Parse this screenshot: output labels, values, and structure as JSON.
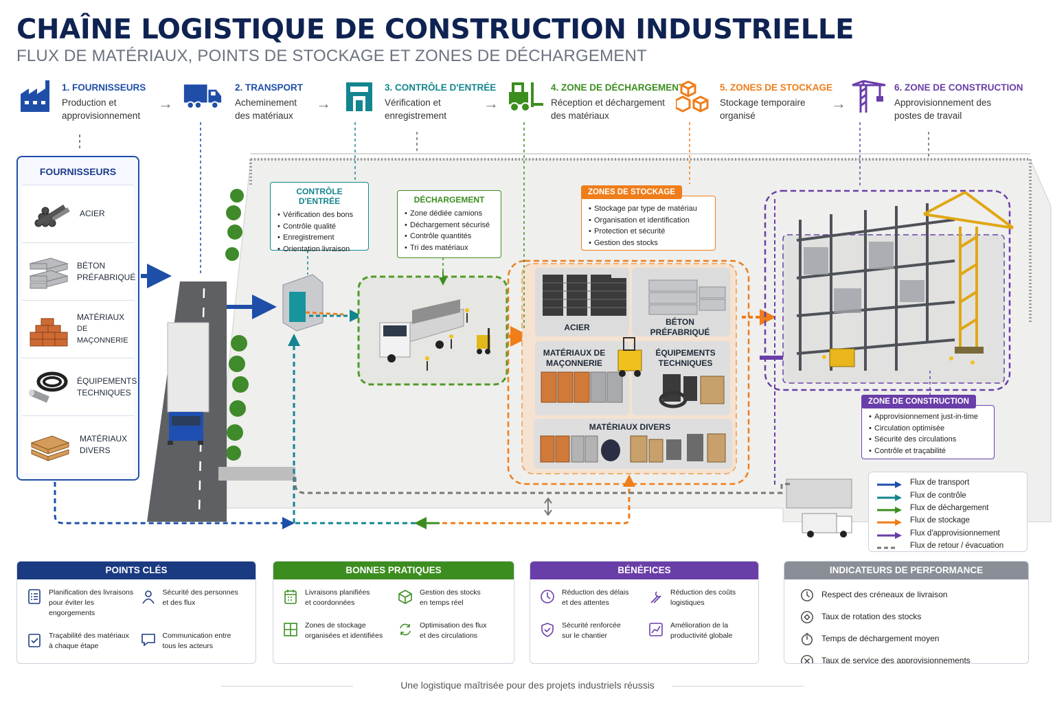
{
  "header": {
    "title": "CHAÎNE LOGISTIQUE DE CONSTRUCTION INDUSTRIELLE",
    "subtitle": "FLUX DE MATÉRIAUX, POINTS DE STOCKAGE ET ZONES DE DÉCHARGEMENT"
  },
  "steps": [
    {
      "title": "1. FOURNISSEURS",
      "desc1": "Production et",
      "desc2": "approvisionnement",
      "color": "#1e4ea8",
      "icon": "factory-icon"
    },
    {
      "title": "2. TRANSPORT",
      "desc1": "Acheminement",
      "desc2": "des matériaux",
      "color": "#1e4ea8",
      "icon": "truck-icon"
    },
    {
      "title": "3. CONTRÔLE D'ENTRÉE",
      "desc1": "Vérification et",
      "desc2": "enregistrement",
      "color": "#13858f",
      "icon": "gate-icon"
    },
    {
      "title": "4. ZONE DE DÉCHARGEMENT",
      "desc1": "Réception et déchargement",
      "desc2": "des matériaux",
      "color": "#3c8d1f",
      "icon": "forklift-icon"
    },
    {
      "title": "5. ZONES DE STOCKAGE",
      "desc1": "Stockage temporaire",
      "desc2": "organisé",
      "color": "#ef7d1a",
      "icon": "boxes-icon"
    },
    {
      "title": "6. ZONE DE CONSTRUCTION",
      "desc1": "Approvisionnement des",
      "desc2": "postes de travail",
      "color": "#6a3ea8",
      "icon": "crane-icon"
    }
  ],
  "suppliers": {
    "heading": "FOURNISSEURS",
    "items": [
      {
        "l1": "ACIER",
        "l2": ""
      },
      {
        "l1": "BÉTON",
        "l2": "PRÉFABRIQUÉ"
      },
      {
        "l1": "MATÉRIAUX",
        "l2": "DE MAÇONNERIE"
      },
      {
        "l1": "ÉQUIPEMENTS",
        "l2": "TECHNIQUES"
      },
      {
        "l1": "MATÉRIAUX",
        "l2": "DIVERS"
      }
    ]
  },
  "control_box": {
    "heading": "CONTRÔLE D'ENTRÉE",
    "items": [
      "Vérification des bons",
      "Contrôle qualité",
      "Enregistrement",
      "Orientation livraison"
    ]
  },
  "unload_box": {
    "heading": "DÉCHARGEMENT",
    "items": [
      "Zone dédiée camions",
      "Déchargement sécurisé",
      "Contrôle quantités",
      "Tri des matériaux"
    ]
  },
  "storage_box": {
    "heading": "ZONES DE STOCKAGE",
    "items": [
      "Stockage par type de matériau",
      "Organisation et identification",
      "Protection et sécurité",
      "Gestion des stocks"
    ]
  },
  "storage_cells": {
    "acier": "ACIER",
    "beton1": "BÉTON",
    "beton2": "PRÉFABRIQUÉ",
    "macon1": "MATÉRIAUX DE",
    "macon2": "MAÇONNERIE",
    "equip1": "ÉQUIPEMENTS",
    "equip2": "TECHNIQUES",
    "divers": "MATÉRIAUX DIVERS"
  },
  "construction_box": {
    "heading": "ZONE DE CONSTRUCTION",
    "items": [
      "Approvisionnement just-in-time",
      "Circulation optimisée",
      "Sécurité des circulations",
      "Contrôle et traçabilité"
    ]
  },
  "legend": [
    {
      "label": "Flux de transport",
      "color": "#1e4ea8",
      "style": "solid"
    },
    {
      "label": "Flux de contrôle",
      "color": "#13858f",
      "style": "solid"
    },
    {
      "label": "Flux de déchargement",
      "color": "#3c8d1f",
      "style": "solid"
    },
    {
      "label": "Flux de stockage",
      "color": "#ef7d1a",
      "style": "solid"
    },
    {
      "label": "Flux d'approvisionnement",
      "color": "#6a3ea8",
      "style": "solid"
    },
    {
      "label": "Flux de retour / évacuation",
      "color": "#777777",
      "style": "dashed"
    }
  ],
  "cards": {
    "points": {
      "title": "POINTS CLÉS",
      "color": "#1a3a82",
      "items": [
        {
          "l1": "Planification des livraisons",
          "l2": "pour éviter les engorgements",
          "icon": "checklist-icon"
        },
        {
          "l1": "Sécurité des personnes",
          "l2": "et des flux",
          "icon": "worker-icon"
        },
        {
          "l1": "Traçabilité des matériaux",
          "l2": "à chaque étape",
          "icon": "clipboard-check-icon"
        },
        {
          "l1": "Communication entre",
          "l2": "tous les acteurs",
          "icon": "chat-icon"
        }
      ]
    },
    "practices": {
      "title": "BONNES PRATIQUES",
      "color": "#3c8d1f",
      "items": [
        {
          "l1": "Livraisons planifiées",
          "l2": "et coordonnées",
          "icon": "calendar-icon"
        },
        {
          "l1": "Gestion des stocks",
          "l2": "en temps réel",
          "icon": "cube-icon"
        },
        {
          "l1": "Zones de stockage",
          "l2": "organisées et identifiées",
          "icon": "grid-icon"
        },
        {
          "l1": "Optimisation des flux",
          "l2": "et des circulations",
          "icon": "cycle-icon"
        }
      ]
    },
    "benefits": {
      "title": "BÉNÉFICES",
      "color": "#6a3ea8",
      "items": [
        {
          "l1": "Réduction des délais",
          "l2": "et des attentes",
          "icon": "clock-icon"
        },
        {
          "l1": "Réduction des coûts",
          "l2": "logistiques",
          "icon": "tools-icon"
        },
        {
          "l1": "Sécurité renforcée",
          "l2": "sur le chantier",
          "icon": "shield-icon"
        },
        {
          "l1": "Amélioration de la",
          "l2": "productivité globale",
          "icon": "chart-icon"
        }
      ]
    },
    "kpi": {
      "title": "INDICATEURS DE PERFORMANCE",
      "color": "#8a8f97",
      "items": [
        {
          "l1": "Respect des créneaux de livraison",
          "icon": "clock-icon"
        },
        {
          "l1": "Taux de rotation des stocks",
          "icon": "rotation-icon"
        },
        {
          "l1": "Temps de déchargement moyen",
          "icon": "timer-icon"
        },
        {
          "l1": "Taux de service des approvisionnements",
          "icon": "target-icon"
        }
      ]
    }
  },
  "footer": "Une logistique maîtrisée pour des projets industriels réussis"
}
